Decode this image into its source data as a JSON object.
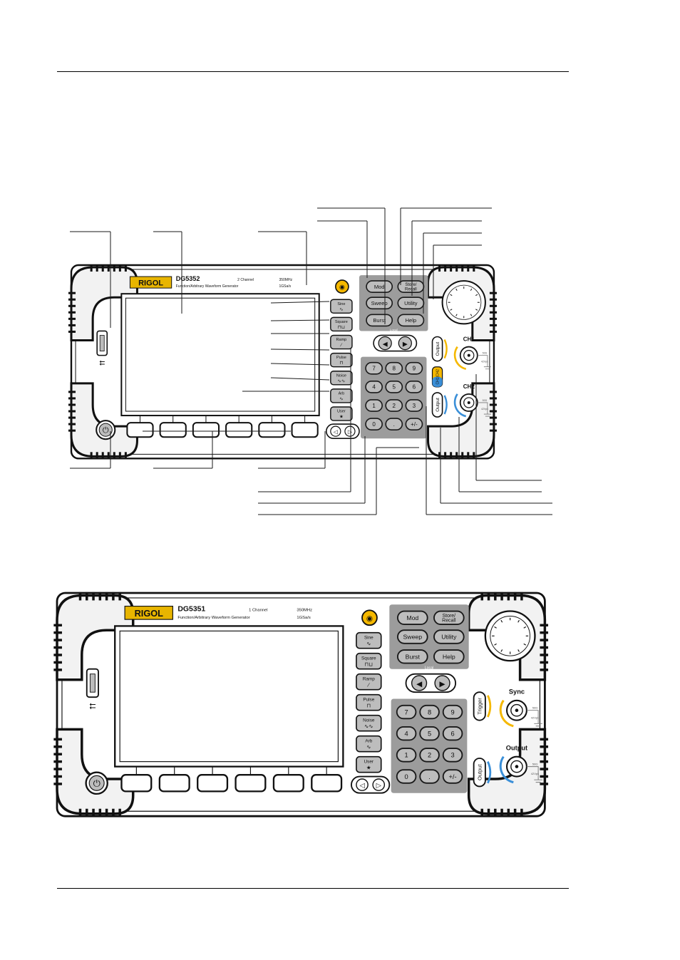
{
  "figure_top": {
    "brand": "RIGOL",
    "model": "DG5352",
    "model_desc": "Function/Arbitrary Waveform Generator",
    "channel_text": "2 Channel",
    "spec_freq": "350MHz",
    "spec_rate": "1GSa/s",
    "wave_keys": [
      {
        "label": "Sine",
        "glyph": "∿"
      },
      {
        "label": "Square",
        "glyph": "⊓⊔"
      },
      {
        "label": "Ramp",
        "glyph": "∕"
      },
      {
        "label": "Pulse",
        "glyph": "⊓"
      },
      {
        "label": "Noise",
        "glyph": "∿∿"
      },
      {
        "label": "Arb",
        "glyph": "∿"
      },
      {
        "label": "User",
        "glyph": "★"
      }
    ],
    "func_keys": [
      "Mod",
      "Store/\nRecall",
      "Sweep",
      "Utility",
      "Burst",
      "Help"
    ],
    "local_label": "Local",
    "keypad": [
      "7",
      "8",
      "9",
      "4",
      "5",
      "6",
      "1",
      "2",
      "3",
      "0",
      ".",
      "+/-"
    ],
    "output_label": "Output",
    "ch_switch_label": "CH1|CH2",
    "ch1_label": "CH1",
    "ch2_label": "CH2",
    "port_note_1": "50Ω",
    "port_note_2": "42Vpk"
  },
  "figure_bottom": {
    "brand": "RIGOL",
    "model": "DG5351",
    "model_desc": "Function/Arbitrary Waveform Generator",
    "channel_text": "1 Channel",
    "spec_freq": "350MHz",
    "spec_rate": "1GSa/s",
    "wave_keys": [
      {
        "label": "Sine",
        "glyph": "∿"
      },
      {
        "label": "Square",
        "glyph": "⊓⊔"
      },
      {
        "label": "Ramp",
        "glyph": "∕"
      },
      {
        "label": "Pulse",
        "glyph": "⊓"
      },
      {
        "label": "Noise",
        "glyph": "∿∿"
      },
      {
        "label": "Arb",
        "glyph": "∿"
      },
      {
        "label": "User",
        "glyph": "★"
      }
    ],
    "func_keys": [
      "Mod",
      "Store/\nRecall",
      "Sweep",
      "Utility",
      "Burst",
      "Help"
    ],
    "local_label": "Local",
    "keypad": [
      "7",
      "8",
      "9",
      "4",
      "5",
      "6",
      "1",
      "2",
      "3",
      "0",
      ".",
      "+/-"
    ],
    "trigger_label": "Trigger",
    "output_label": "Output",
    "sync_label": "Sync",
    "out_port_label": "Output",
    "port_note_1": "50Ω",
    "port_note_2": "42Vpk"
  },
  "colors": {
    "panel_line": "#1a1a1a",
    "key_grey": "#bdbdbd",
    "group_grey": "#9c9c9c",
    "yellow": "#f5b800",
    "blue": "#3a8fd8",
    "brand_bg": "#e8b500"
  }
}
